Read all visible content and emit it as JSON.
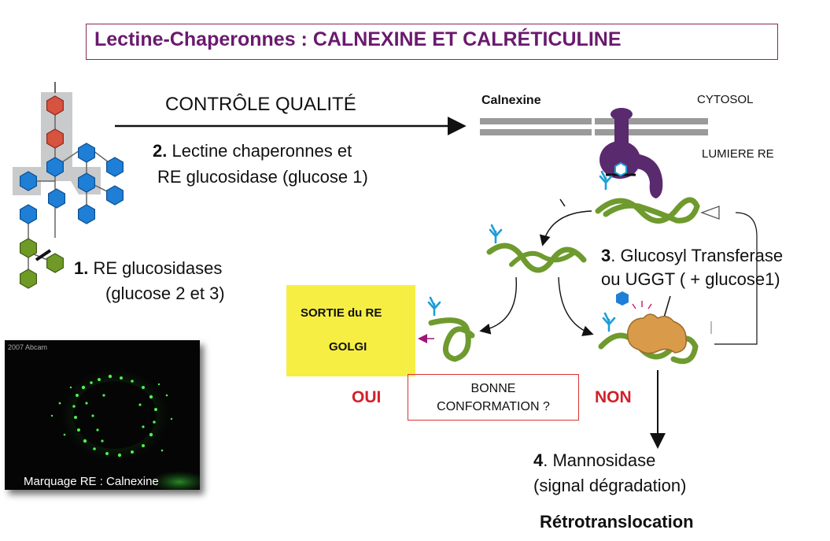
{
  "title": "Lectine-Chaperonnes : CALNEXINE ET CALRÉTICULINE",
  "quality_control": "CONTRÔLE QUALITÉ",
  "step2": {
    "num": "2.",
    "line1": " Lectine chaperonnes et",
    "line2": "RE glucosidase (glucose 1)"
  },
  "step1": {
    "num": "1.",
    "line1": " RE glucosidases",
    "line2": "(glucose 2 et 3)"
  },
  "membrane": {
    "protein": "Calnexine",
    "cytosol": "CYTOSOL",
    "lumen": "LUMIERE RE"
  },
  "step3": {
    "num": "3",
    "line1": ". Glucosyl Transferase",
    "line2": "ou UGGT ( + glucose1)"
  },
  "exit_box": {
    "line1": "SORTIE du RE",
    "line2": "GOLGI"
  },
  "decision": {
    "yes": "OUI",
    "no": "NON",
    "question_line1": "BONNE",
    "question_line2": "CONFORMATION ?"
  },
  "step4": {
    "num": "4",
    "line1": ". Mannosidase",
    "line2": "(signal dégradation)"
  },
  "retro": "Rétrotranslocation",
  "micrograph": {
    "credit": "2007 Abcam",
    "caption": "Marquage RE  : Calnexine"
  },
  "colors": {
    "title": "#6a1a6e",
    "title_border": "#8a2a55",
    "glucose": "#d6533f",
    "mannose": "#1f7fd6",
    "glcnac": "#6f9a27",
    "protein_chain": "#6e9a2e",
    "calnexin": "#5a2a6e",
    "uggt": "#d99b4a",
    "yellow_box": "#f7ee44",
    "red_text": "#d3202a"
  },
  "icons": [
    "glycan-tree-icon",
    "calnexin-icon",
    "folded-protein-icon",
    "uggt-enzyme-icon",
    "arrow-icon"
  ]
}
